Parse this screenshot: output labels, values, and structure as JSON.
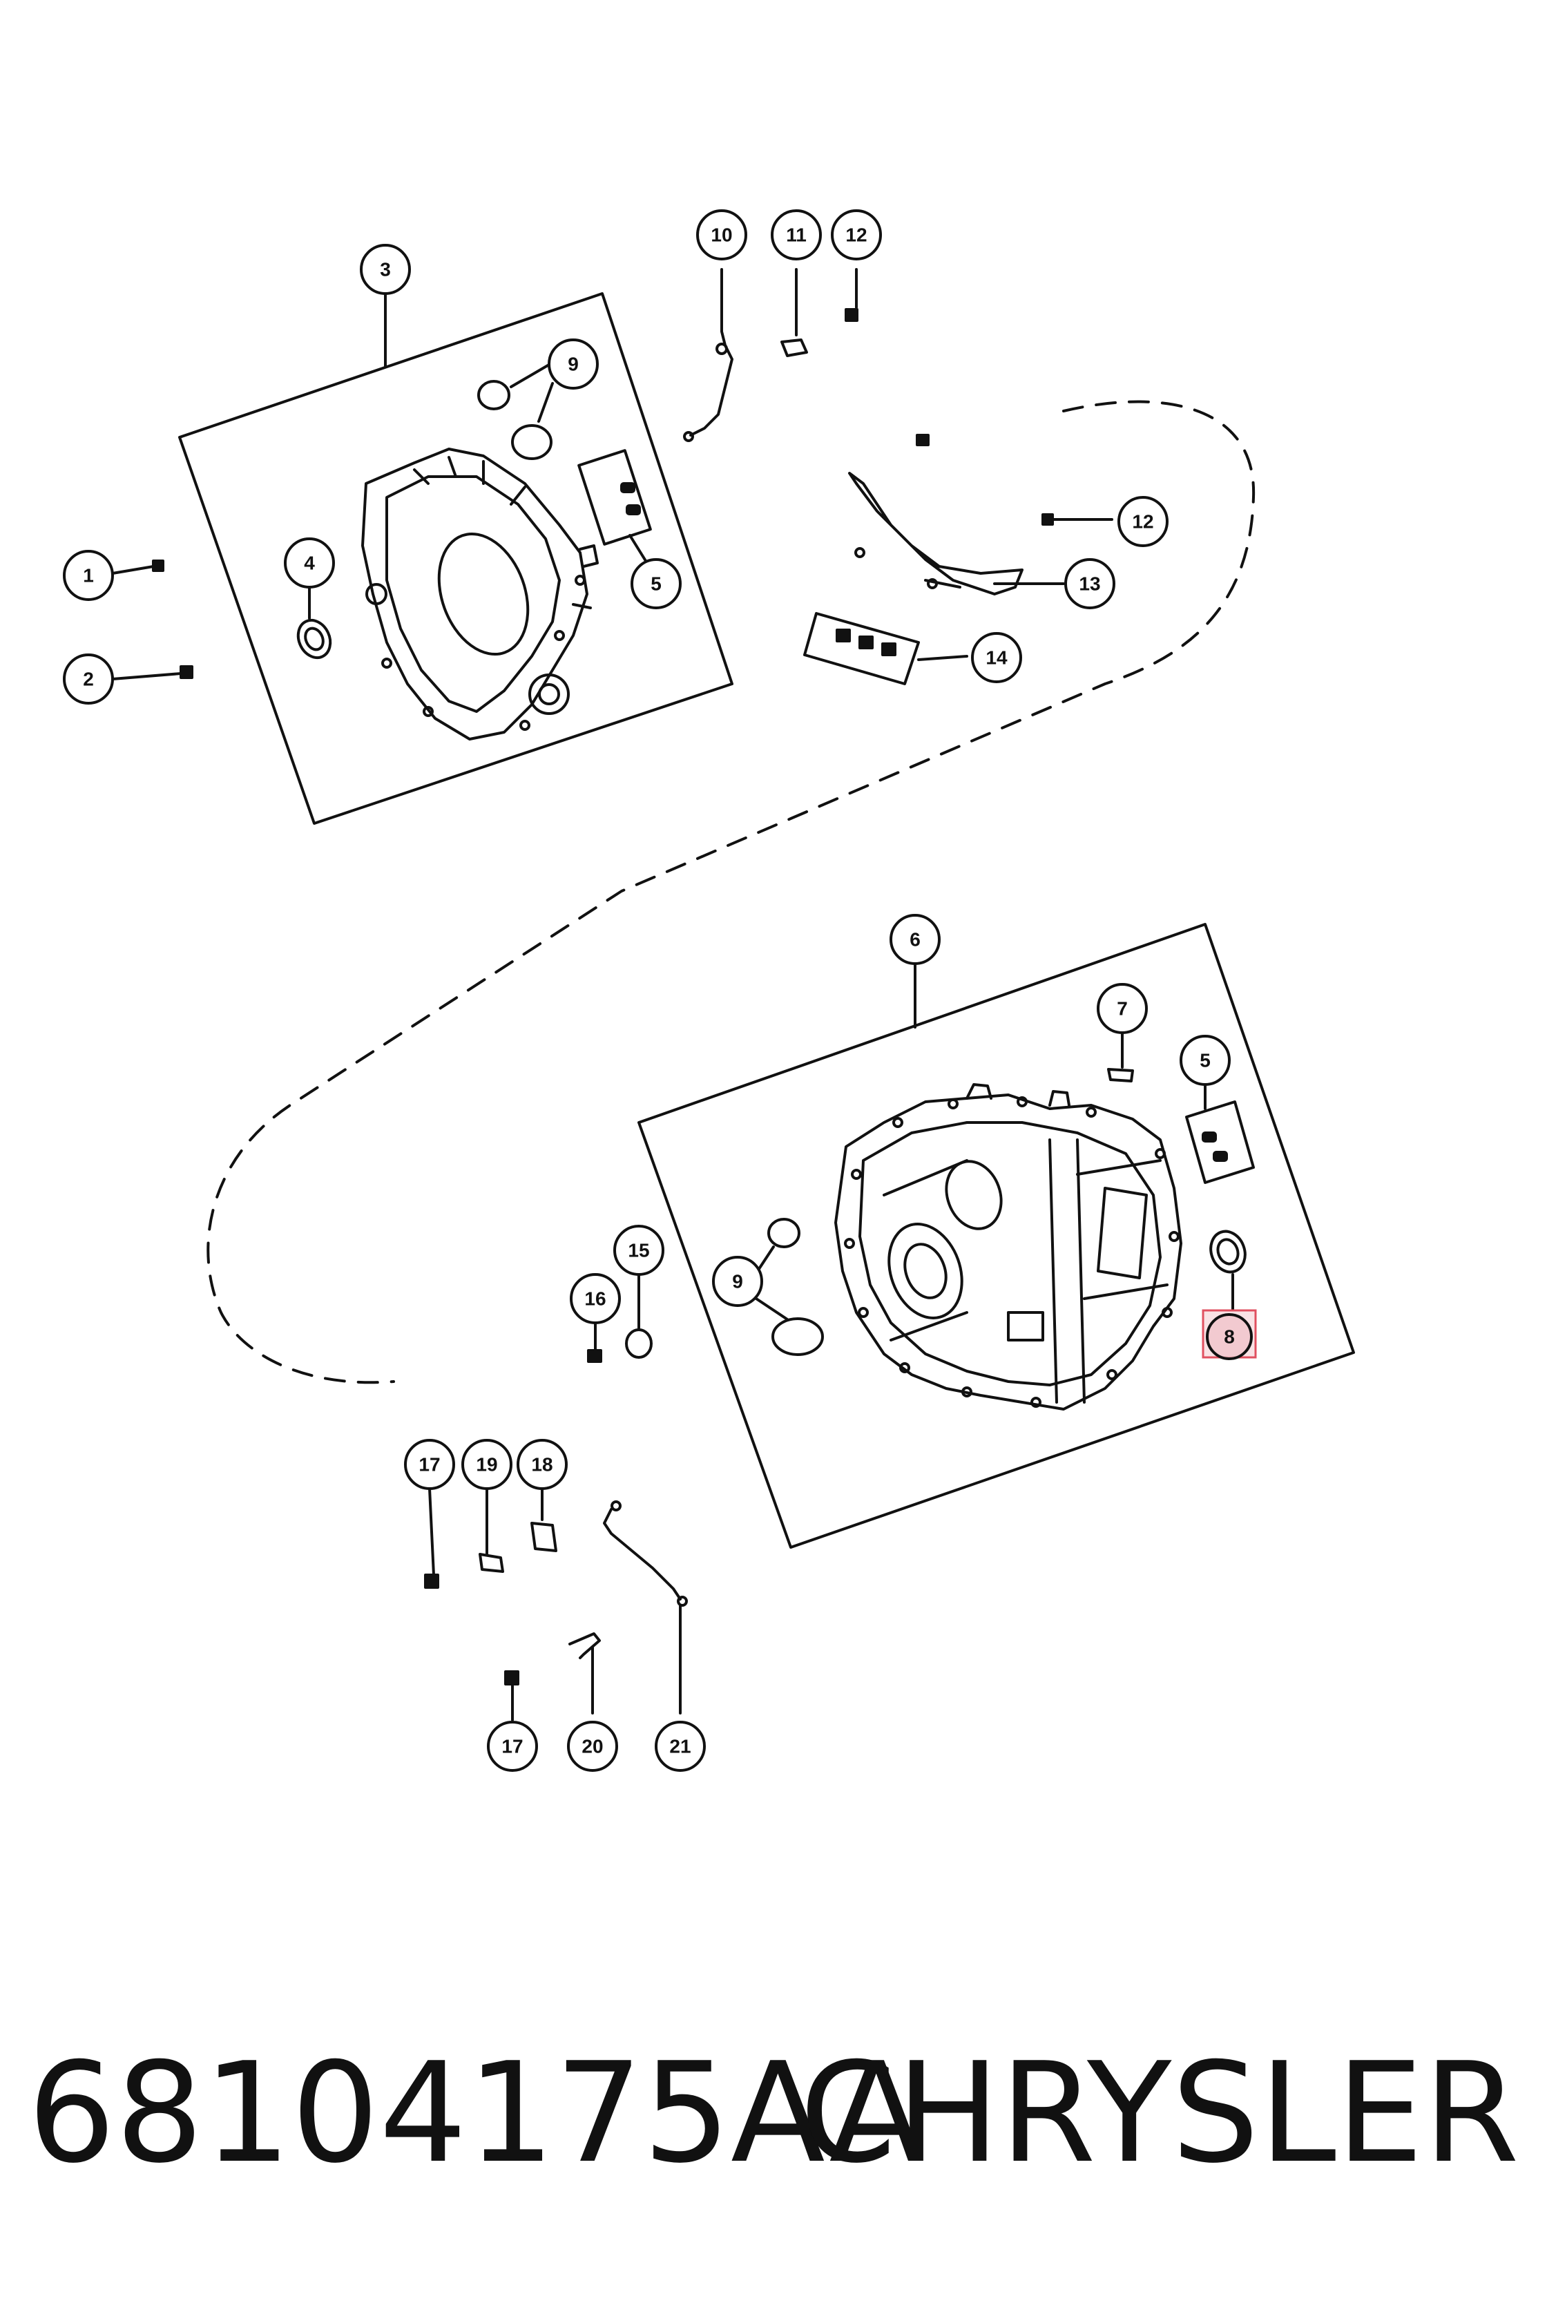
{
  "callouts": {
    "c1": "1",
    "c2": "2",
    "c3": "3",
    "c4": "4",
    "c5a": "5",
    "c5b": "5",
    "c6": "6",
    "c7": "7",
    "c8": "8",
    "c9a": "9",
    "c9b": "9",
    "c10": "10",
    "c11": "11",
    "c12a": "12",
    "c12b": "12",
    "c13": "13",
    "c14": "14",
    "c15": "15",
    "c16": "16",
    "c17a": "17",
    "c17b": "17",
    "c18": "18",
    "c19": "19",
    "c20": "20",
    "c21": "21"
  },
  "footer": {
    "part_number": "68104175AA",
    "brand": "CHRYSLER"
  },
  "colors": {
    "line": "#111111",
    "highlight": "#e05060",
    "highlight_fill": "#f6d6da"
  }
}
